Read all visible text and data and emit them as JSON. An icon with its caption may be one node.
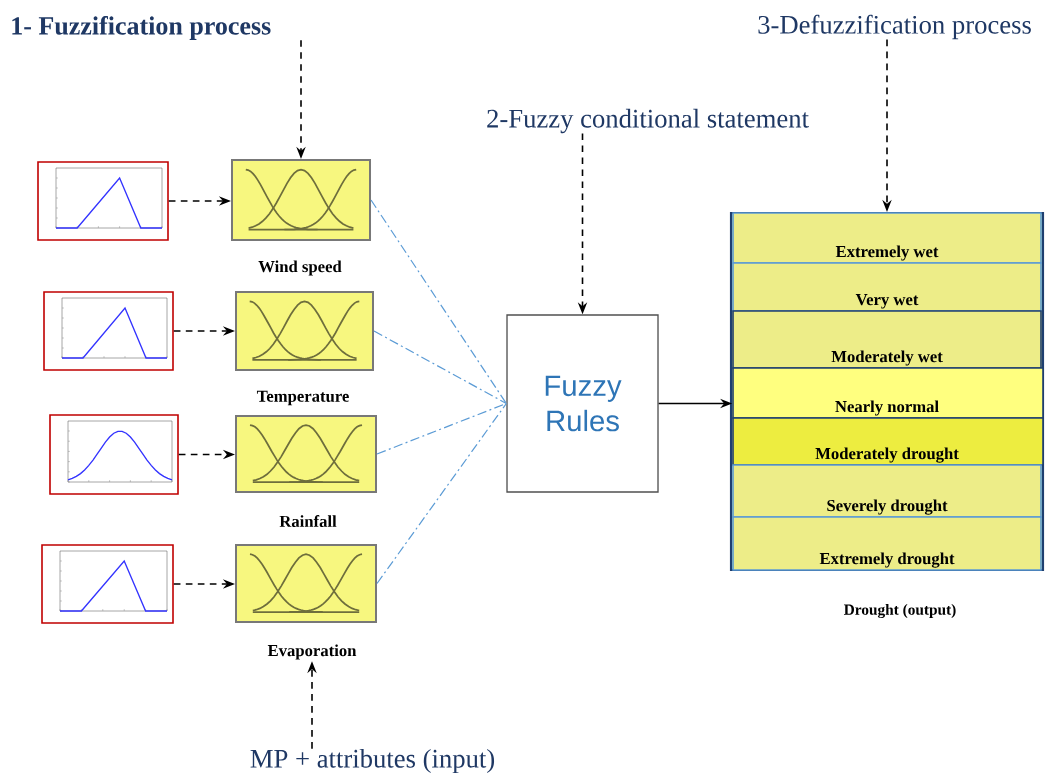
{
  "diagram": {
    "nodes": [
      {
        "text": [
          "1- Fuzzification process"
        ]
      },
      {
        "text": [
          "2-Fuzzy conditional statement"
        ]
      },
      {
        "text": [
          "3-Defuzzification process"
        ]
      },
      {
        "text": [
          "MP + attributes (input)"
        ]
      },
      {
        "text": [],
        "shape": "picture"
      },
      {
        "text": [],
        "shape": "picture"
      },
      {
        "text": [],
        "shape": "picture"
      },
      {
        "text": [],
        "shape": "picture"
      },
      {
        "text": [
          "Wind speed"
        ]
      },
      {
        "text": [
          "Temperature"
        ]
      },
      {
        "text": [
          "Rainfall"
        ]
      },
      {
        "text": [
          "Evaporation"
        ]
      },
      {
        "text": [
          "Fuzzy Rules"
        ]
      },
      {
        "text": [
          "Drought (output)"
        ]
      },
      {
        "text": [
          "Extremely wet"
        ],
        "in": 13
      },
      {
        "text": [
          "Very wet"
        ],
        "in": 13
      },
      {
        "text": [
          "Moderately wet"
        ],
        "in": 13
      },
      {
        "text": [
          "Nearly normal"
        ],
        "in": 13
      },
      {
        "text": [
          "Moderately drought"
        ],
        "in": 13
      },
      {
        "text": [
          "Severely drought"
        ],
        "in": 13
      },
      {
        "text": [
          "Extremely drought"
        ],
        "in": 13
      }
    ],
    "edges": [
      {
        "from": 0,
        "to": 8,
        "arrow": "to",
        "style": "dashed"
      },
      {
        "from": 1,
        "to": 12,
        "arrow": "to",
        "style": "dashed"
      },
      {
        "from": 2,
        "to": 13,
        "arrow": "to",
        "style": "dashed"
      },
      {
        "from": 3,
        "to": 11,
        "arrow": "to",
        "style": "dashed"
      },
      {
        "from": 4,
        "to": 8,
        "arrow": "to",
        "style": "dashed"
      },
      {
        "from": 5,
        "to": 9,
        "arrow": "to",
        "style": "dashed"
      },
      {
        "from": 6,
        "to": 10,
        "arrow": "to",
        "style": "dashed"
      },
      {
        "from": 7,
        "to": 11,
        "arrow": "to",
        "style": "dashed"
      },
      {
        "from": 8,
        "to": 12,
        "arrow": "none",
        "style": "dashed",
        "color": "#5b9bd5"
      },
      {
        "from": 9,
        "to": 12,
        "arrow": "none",
        "style": "dashed",
        "color": "#5b9bd5"
      },
      {
        "from": 10,
        "to": 12,
        "arrow": "none",
        "style": "dashed",
        "color": "#5b9bd5"
      },
      {
        "from": 11,
        "to": 12,
        "arrow": "none",
        "style": "dashed",
        "color": "#5b9bd5"
      },
      {
        "from": 12,
        "to": 17,
        "arrow": "to"
      }
    ]
  }
}
